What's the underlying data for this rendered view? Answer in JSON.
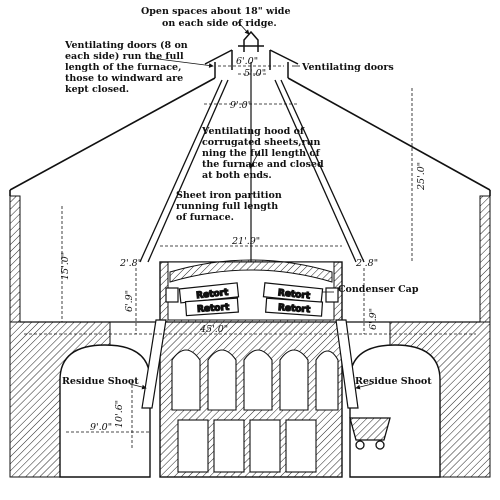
{
  "labels": {
    "open_spaces_1": "Open spaces about 18\" wide",
    "open_spaces_2": "on each side of ridge.",
    "vent_doors_left_1": "Ventilating doors (8 on",
    "vent_doors_left_2": "each side) run the full",
    "vent_doors_left_3": "length of the furnace,",
    "vent_doors_left_4": "those to windward are",
    "vent_doors_left_5": "kept closed.",
    "vent_doors_right": "Ventilating doors",
    "hood_1": "Ventilating hood of",
    "hood_2": "corrugated sheets,run",
    "hood_3": "ning the full length of",
    "hood_4": "the furnace and closed",
    "hood_5": "at both ends.",
    "partition_1": "Sheet iron partition",
    "partition_2": "running full length",
    "partition_3": "of furnace.",
    "retort": "Retort",
    "condenser_cap": "Condenser Cap",
    "residue_left": "Residue Shoot",
    "residue_right": "Residue Shoot"
  },
  "dimensions": {
    "d_6_0": "6'.0\"",
    "d_5_0": "5'.0\"",
    "d_9_0_top": "9'.0\"",
    "d_25_0": "25'.0\"",
    "d_15_0": "15'.0\"",
    "d_21_9": "21'.9\"",
    "d_2_8_left": "2'.8\"",
    "d_2_8_right": "2'.8\"",
    "d_6_9_left": "6'.9\"",
    "d_6_9_right": "6'.9\"",
    "d_45_0": "45'.0\"",
    "d_10_6": "10'.6\"",
    "d_9_0_bottom": "9'.0\""
  }
}
